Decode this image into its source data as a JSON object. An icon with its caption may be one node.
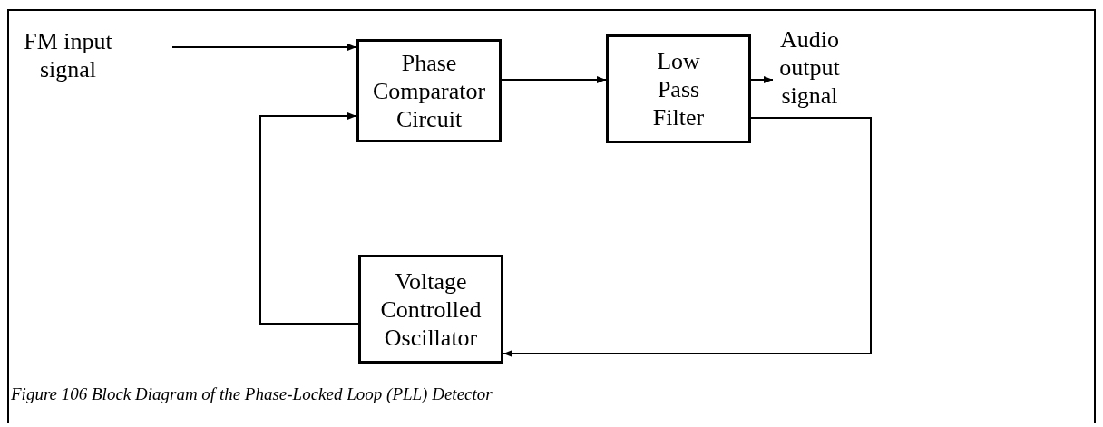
{
  "diagram": {
    "caption": "Figure 106 Block Diagram of the Phase-Locked Loop (PLL) Detector",
    "nodes": [
      {
        "text": [
          "FM input signal"
        ]
      },
      {
        "text": [
          "Phase Comparator Circuit"
        ]
      },
      {
        "text": [
          "Low Pass Filter"
        ]
      },
      {
        "text": [
          "Audio output signal"
        ]
      },
      {
        "text": [
          "Voltage Controlled Oscillator"
        ]
      }
    ],
    "edges": [
      {
        "from": 0,
        "to": 1,
        "arrow": "to"
      },
      {
        "from": 1,
        "to": 2,
        "arrow": "to"
      },
      {
        "from": 2,
        "to": 3,
        "arrow": "to"
      },
      {
        "from": 2,
        "to": 4,
        "arrow": "to"
      },
      {
        "from": 4,
        "to": 1,
        "arrow": "to"
      }
    ]
  }
}
